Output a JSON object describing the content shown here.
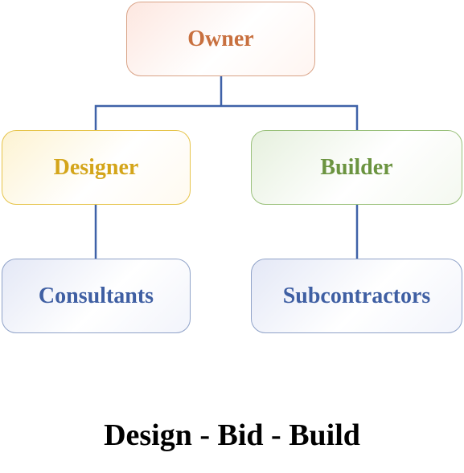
{
  "nodes": {
    "owner": {
      "label": "Owner",
      "color": "#c8703f"
    },
    "designer": {
      "label": "Designer",
      "color": "#d4a51a"
    },
    "builder": {
      "label": "Builder",
      "color": "#6b9440"
    },
    "consultants": {
      "label": "Consultants",
      "color": "#3f5fa3"
    },
    "subcontractors": {
      "label": "Subcontractors",
      "color": "#3f5fa3"
    }
  },
  "connector_color": "#3f62a8",
  "title": "Design - Bid - Build"
}
